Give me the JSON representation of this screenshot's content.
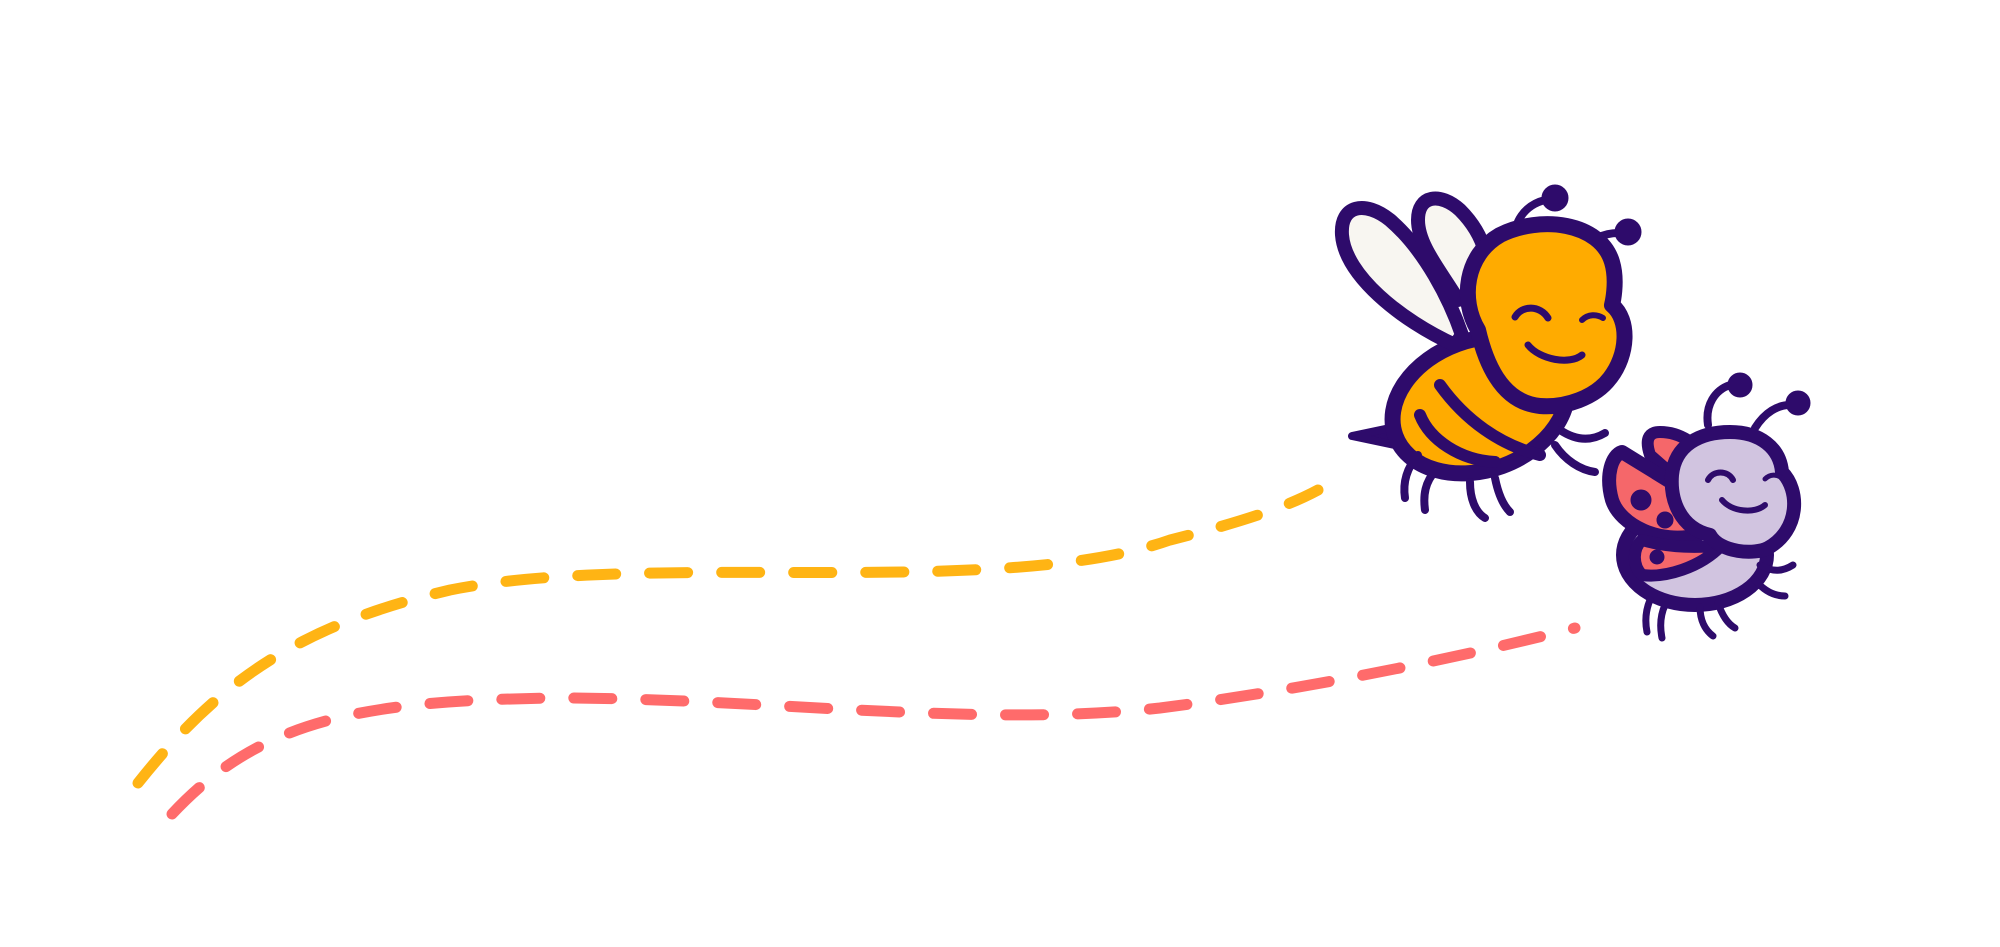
{
  "scene": {
    "background": "#ffffff",
    "characters": [
      {
        "name": "bee",
        "icon": "bee-illustration",
        "body_color": "#FFAB00",
        "wing_color": "#F8F6F1"
      },
      {
        "name": "ladybug",
        "icon": "ladybug-illustration",
        "body_color": "#D1C4E0",
        "wing_color": "#F5676A"
      }
    ],
    "trails": [
      {
        "name": "bee-flight-path",
        "color": "#FFB414",
        "style": "dashed"
      },
      {
        "name": "ladybug-flight-path",
        "color": "#FF6B6B",
        "style": "dashed"
      }
    ],
    "outline_color": "#2E0B6B"
  }
}
